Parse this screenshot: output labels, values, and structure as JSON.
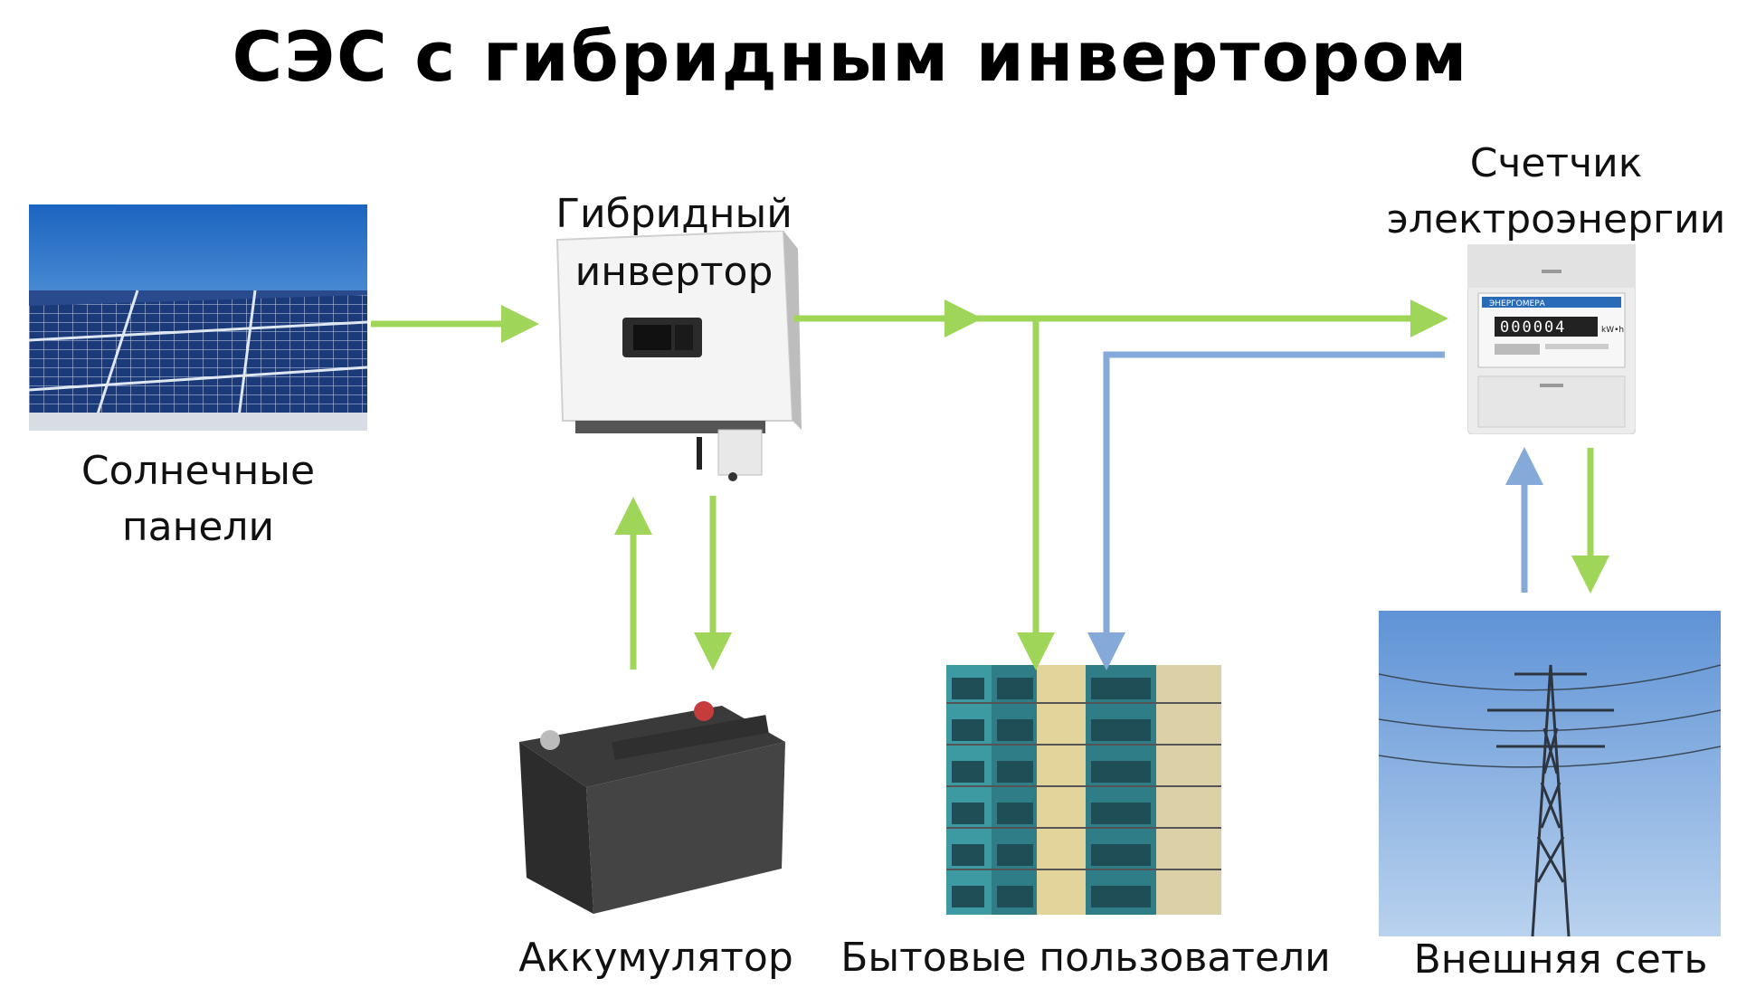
{
  "title": "СЭС с гибридным инвертором",
  "nodes": {
    "solar": {
      "line1": "Солнечные",
      "line2": "панели"
    },
    "inverter": {
      "line1": "Гибридный",
      "line2": "инвертор"
    },
    "meter": {
      "line1": "Счетчик",
      "line2": "электроэнергии",
      "reading": "000004",
      "brand": "ЭНЕРГОМЕРА",
      "unit": "kW•h"
    },
    "battery": {
      "label": "Аккумулятор"
    },
    "consumers": {
      "label": "Бытовые пользователи"
    },
    "grid": {
      "label": "Внешняя сеть"
    }
  },
  "colors": {
    "green_flow": "#9fd65a",
    "blue_flow": "#85a9d8",
    "sky_top": "#1f6fc4",
    "panel_cell": "#1b3a7a"
  },
  "flows": [
    {
      "from": "solar",
      "to": "inverter",
      "color": "green"
    },
    {
      "from": "inverter",
      "to": "meter",
      "color": "green"
    },
    {
      "from": "inverter",
      "to": "battery",
      "color": "green"
    },
    {
      "from": "battery",
      "to": "inverter",
      "color": "green"
    },
    {
      "from": "inverter",
      "to": "consumers",
      "color": "green"
    },
    {
      "from": "meter",
      "to": "consumers",
      "color": "blue"
    },
    {
      "from": "meter",
      "to": "grid",
      "color": "green"
    },
    {
      "from": "grid",
      "to": "meter",
      "color": "blue"
    }
  ]
}
